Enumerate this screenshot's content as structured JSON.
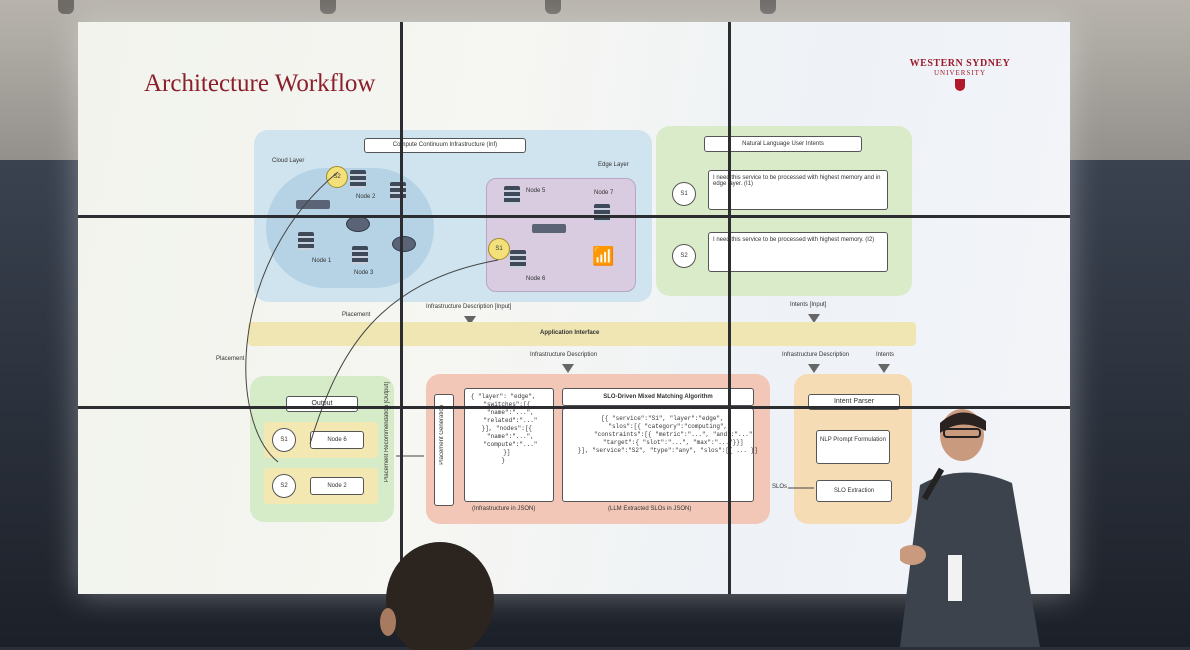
{
  "slide": {
    "title": "Architecture Workflow",
    "logo": {
      "name": "WESTERN SYDNEY",
      "sub": "UNIVERSITY"
    }
  },
  "infra": {
    "title": "Compute Continuum Infrastructure (Inf)",
    "cloud_layer": "Cloud Layer",
    "edge_layer": "Edge Layer",
    "nodes": [
      "Node 2",
      "Node 1",
      "Node 3",
      "Node 5",
      "Node 7",
      "Node 6"
    ],
    "services": [
      "S2",
      "S1"
    ]
  },
  "intents": {
    "title": "Natural Language User Intents",
    "items": [
      {
        "id": "S1",
        "text": "I need this service to be processed with highest memory and in edge layer. (I1)"
      },
      {
        "id": "S2",
        "text": "I need this service to be processed with highest memory. (I2)"
      }
    ]
  },
  "labels": {
    "placement": "Placement",
    "placement_side": "Placement",
    "infra_desc_input": "Infrastructure Description [Input]",
    "intents_input": "Intents [Input]",
    "app_interface": "Application Interface",
    "infra_desc": "Infrastructure Description",
    "infra_desc_right": "Infrastructure Description",
    "intents_right": "Intents",
    "placement_recommendation": "Placement Recommendation [Output]",
    "slo": "SLOs"
  },
  "output": {
    "title": "Output",
    "rows": [
      {
        "svc": "S1",
        "node": "Node 6"
      },
      {
        "svc": "S2",
        "node": "Node 2"
      }
    ]
  },
  "matching": {
    "generation": "Placement Generation",
    "algorithm": "SLO-Driven Mixed Matching Algorithm",
    "json_left": "{ \"layer\": \"edge\",\n  \"switches\":[{\n    \"name\":\"...\",\n    \"related\":\"...\"\n  }], \"nodes\":[{\n    \"name\":\"...\",\n    \"compute\":\"...\"\n  }]\n}",
    "json_right": "[{ \"service\":\"S1\", \"layer\":\"edge\",\n   \"slos\":[{ \"category\":\"computing\",\n      \"constraints\":[{ \"metric\":\"...\", \"and\":\"...\"\n      \"target\":{ \"slot\":\"...\", \"max\":\"...\"}}]\n   }], \"service\":\"S2\", \"type\":\"any\", \"slos\":[{ ... }]",
    "caption_left": "(Infrastructure in JSON)",
    "caption_right": "(LLM Extracted SLOs in JSON)"
  },
  "parser": {
    "title": "Intent Parser",
    "steps": [
      "NLP Prompt Formulation",
      "SLO Extraction"
    ]
  },
  "colors": {
    "infra_panel": "#cfe4ef",
    "intents_panel": "#d9ebc9",
    "app_interface": "#efe6b4",
    "output_panel": "#d6ebc8",
    "matching_panel": "#f3c7b8",
    "parser_panel": "#f6dcb4",
    "brand": "#9b1b2a"
  }
}
